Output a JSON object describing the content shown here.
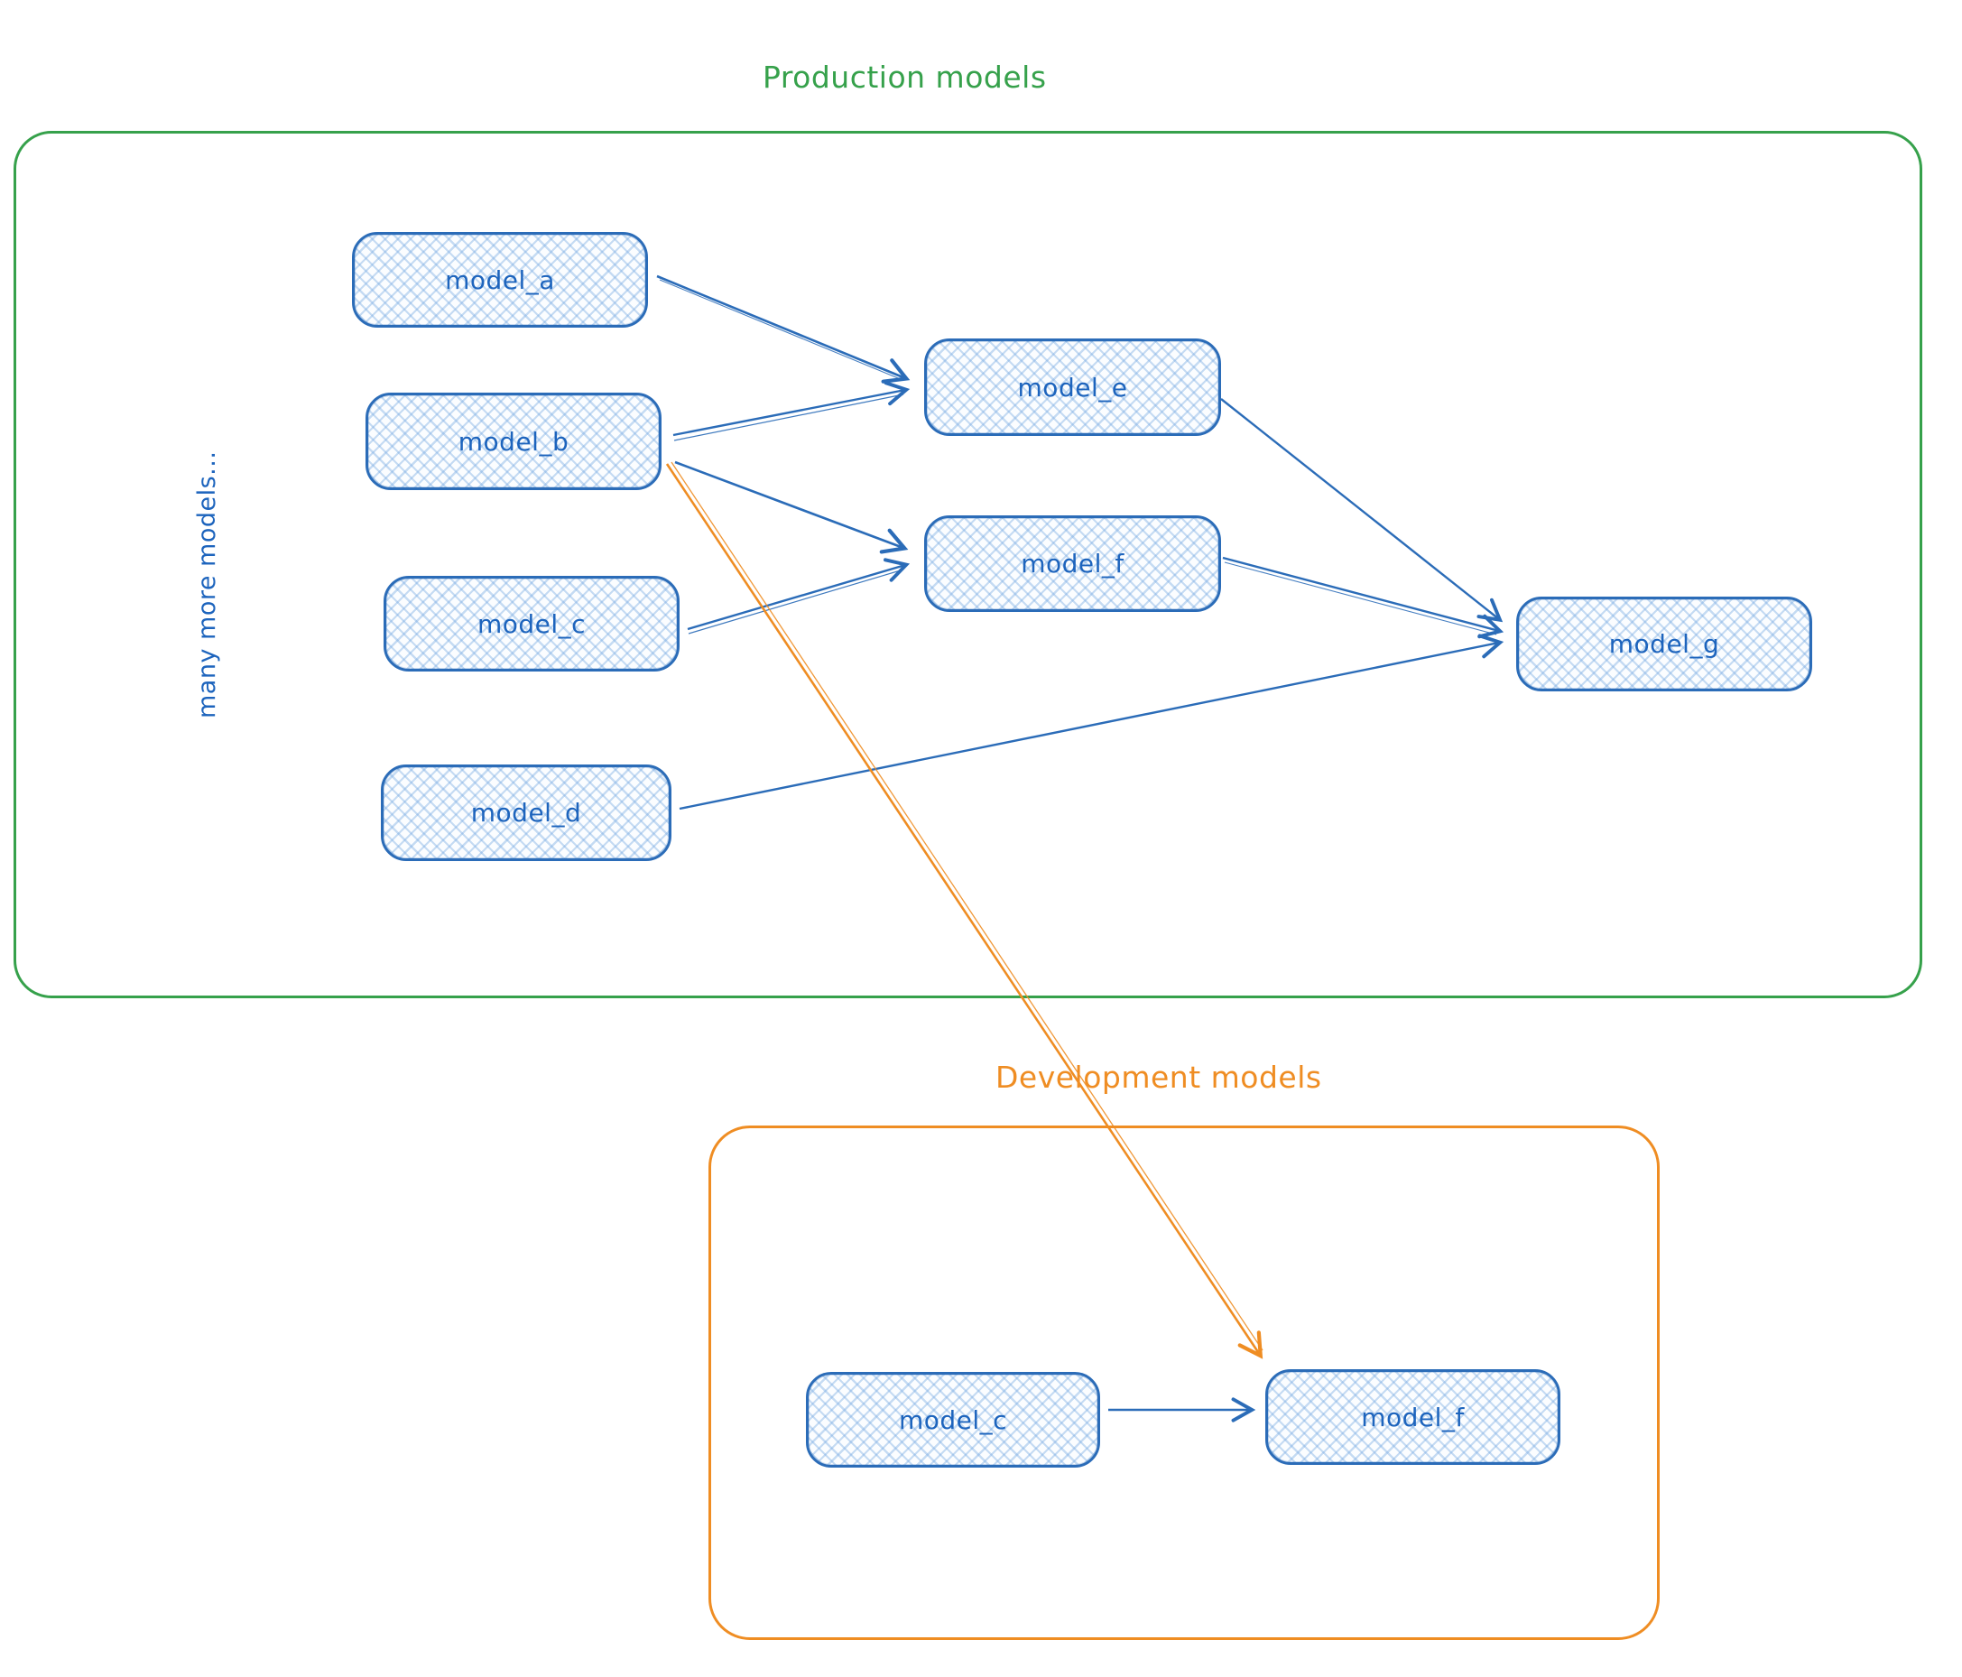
{
  "colors": {
    "blue_stroke": "#2b6cb8",
    "blue_text": "#1d64bd",
    "node_fill_hatch": "#cfe3f7",
    "green": "#36a14b",
    "orange": "#ef8d23"
  },
  "production": {
    "title": "Production models",
    "note": "many more models...",
    "nodes": [
      {
        "id": "model_a",
        "label": "model_a"
      },
      {
        "id": "model_b",
        "label": "model_b"
      },
      {
        "id": "model_c",
        "label": "model_c"
      },
      {
        "id": "model_d",
        "label": "model_d"
      },
      {
        "id": "model_e",
        "label": "model_e"
      },
      {
        "id": "model_f",
        "label": "model_f"
      },
      {
        "id": "model_g",
        "label": "model_g"
      }
    ]
  },
  "development": {
    "title": "Development models",
    "nodes": [
      {
        "id": "model_c",
        "label": "model_c"
      },
      {
        "id": "model_f",
        "label": "model_f"
      }
    ]
  },
  "edges": [
    {
      "from": "model_a",
      "to": "model_e",
      "section": "production",
      "color": "blue"
    },
    {
      "from": "model_b",
      "to": "model_e",
      "section": "production",
      "color": "blue"
    },
    {
      "from": "model_b",
      "to": "model_f",
      "section": "production",
      "color": "blue"
    },
    {
      "from": "model_c",
      "to": "model_f",
      "section": "production",
      "color": "blue"
    },
    {
      "from": "model_d",
      "to": "model_g",
      "section": "production",
      "color": "blue"
    },
    {
      "from": "model_e",
      "to": "model_g",
      "section": "production",
      "color": "blue"
    },
    {
      "from": "model_f",
      "to": "model_g",
      "section": "production",
      "color": "blue"
    },
    {
      "from": "production.model_b",
      "to": "development.model_f",
      "section": "cross-environment",
      "color": "orange"
    },
    {
      "from": "model_c",
      "to": "model_f",
      "section": "development",
      "color": "blue"
    }
  ]
}
